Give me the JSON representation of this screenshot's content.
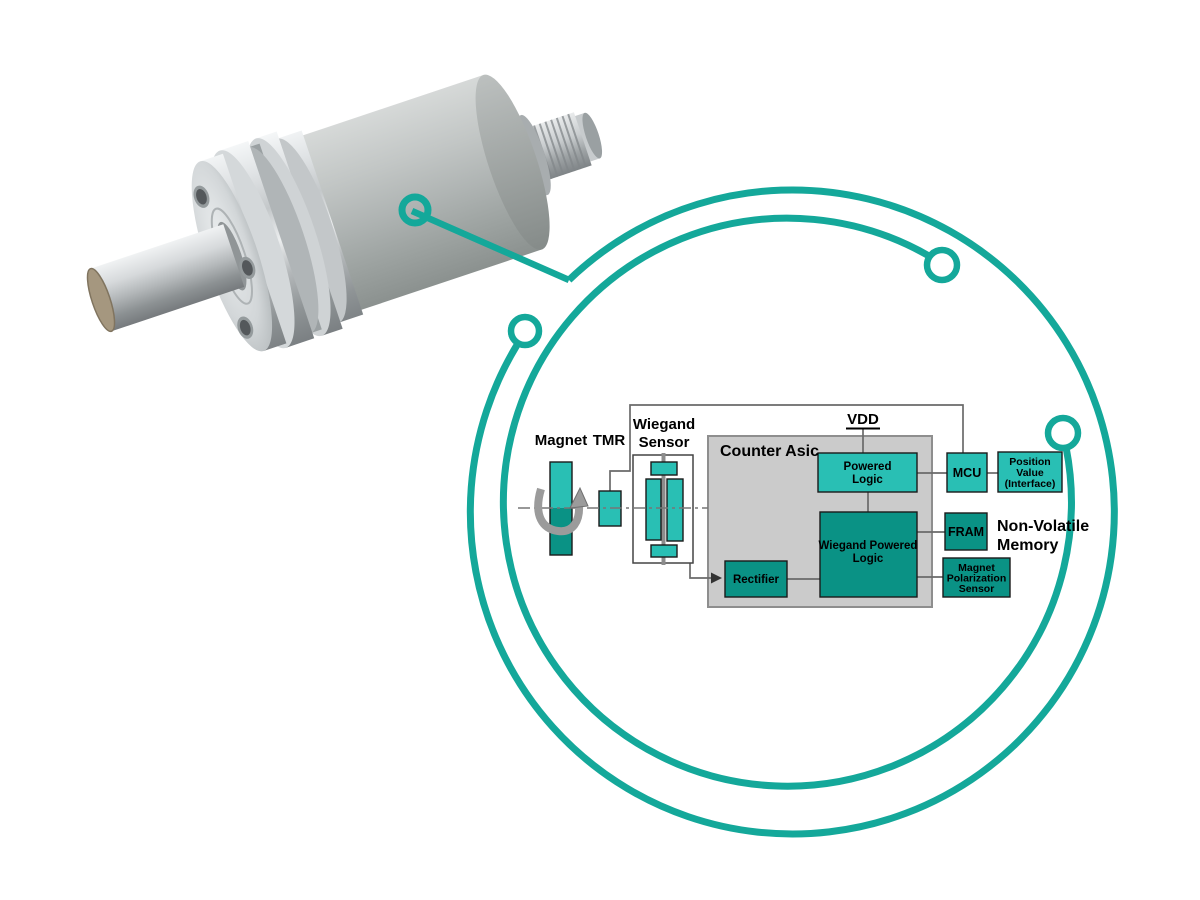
{
  "labels": {
    "magnet": "Magnet",
    "tmr": "TMR",
    "wiegand_sensor": [
      "Wiegand",
      "Sensor"
    ],
    "counter_asic": "Counter Asic",
    "vdd": "VDD",
    "non_volatile_memory": [
      "Non-Volatile",
      "Memory"
    ]
  },
  "blocks": {
    "powered_logic": [
      "Powered",
      "Logic"
    ],
    "wiegand_powered_logic": [
      "Wiegand Powered",
      "Logic"
    ],
    "rectifier": "Rectifier",
    "mcu": "MCU",
    "position_value": [
      "Position",
      "Value",
      "(Interface)"
    ],
    "fram": "FRAM",
    "magnet_polarization_sensor": [
      "Magnet",
      "Polarization",
      "Sensor"
    ]
  },
  "icons": {
    "rotation_arrow": "curved-rotation-arrow",
    "callout_nodes": "circle-node-marker",
    "flow_arrowhead": "right-arrowhead"
  },
  "colors": {
    "teal_light": "#29BFB4",
    "teal_dark": "#0A9285",
    "callout_teal": "#14A89A",
    "asic_fill": "#CBCBCB",
    "asic_border": "#8E8E8E",
    "connector_line": "#6A6A6A",
    "centerline_gray": "#777777",
    "arrow_gray": "#9B9B9B",
    "text": "#000000"
  }
}
